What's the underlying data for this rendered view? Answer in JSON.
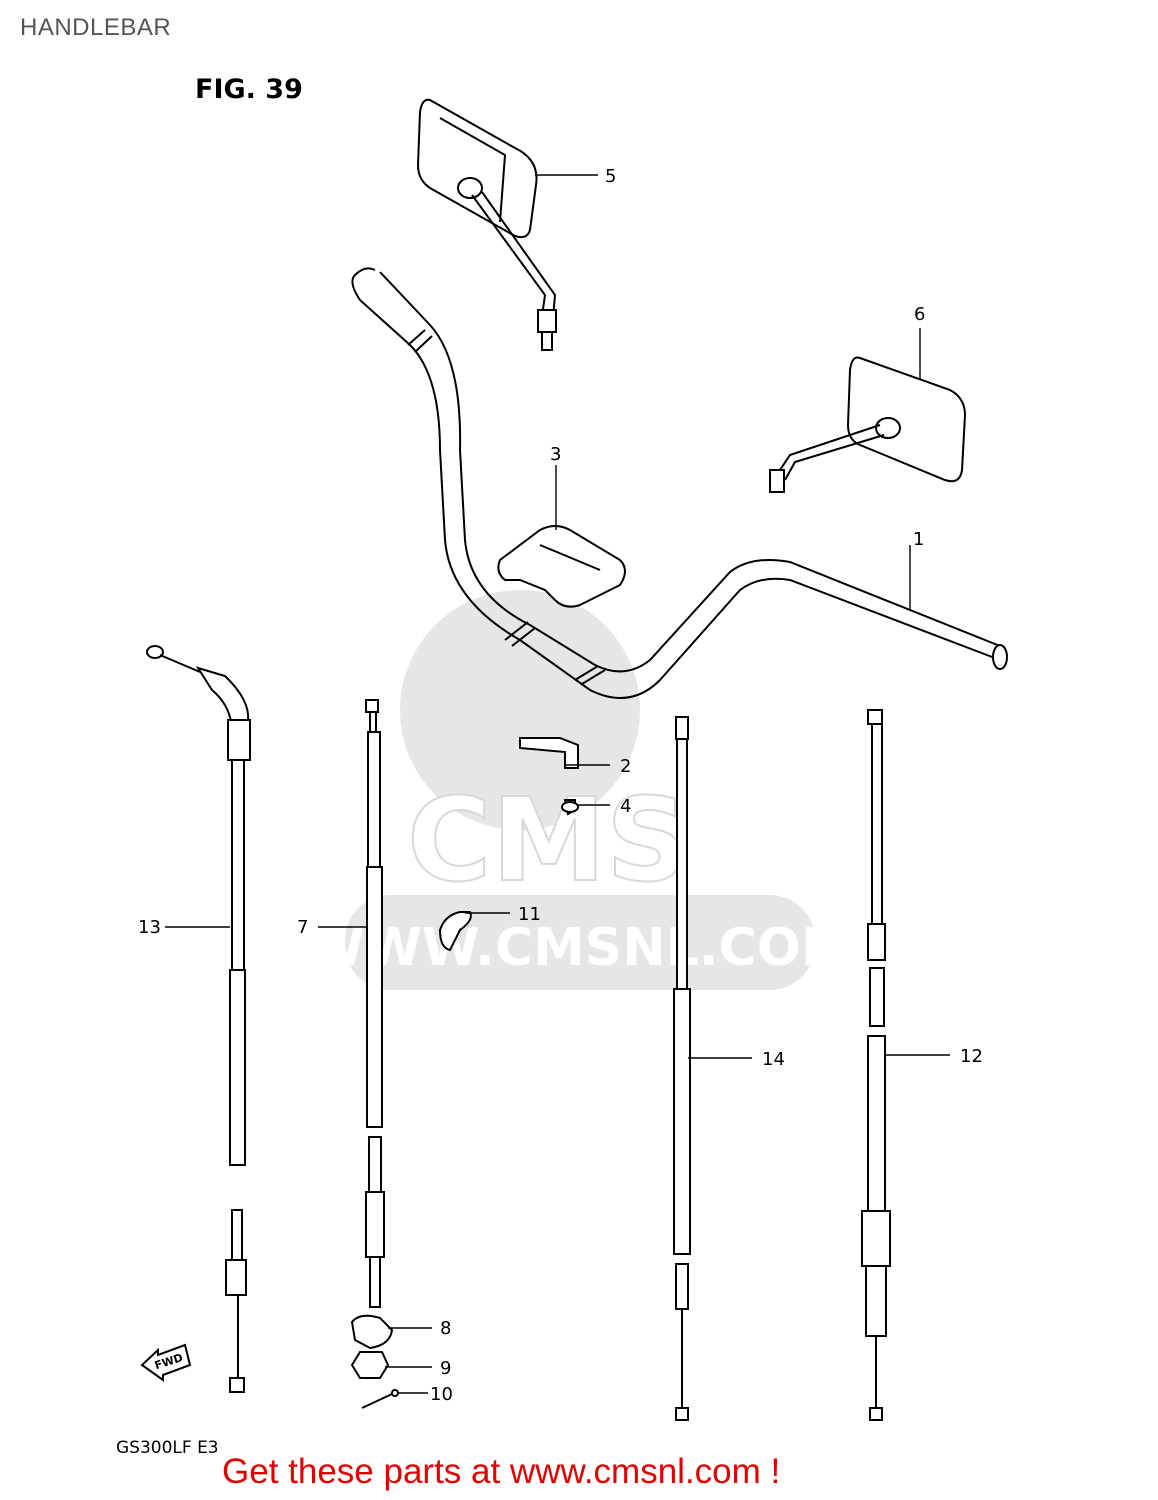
{
  "page": {
    "header": "HANDLEBAR",
    "footer": "Get these parts at www.cmsnl.com !"
  },
  "diagram": {
    "figure_title": "FIG. 39",
    "model_code": "GS300LF E3",
    "direction_marker": "FWD",
    "watermark": {
      "brand": "CMS",
      "url": "WWW.CMSNL.COM"
    },
    "part_labels": [
      "1",
      "2",
      "3",
      "4",
      "5",
      "6",
      "7",
      "8",
      "9",
      "10",
      "11",
      "12",
      "13",
      "14"
    ]
  },
  "colors": {
    "footer_text": "#e00000",
    "header_text": "#555555",
    "watermark": "#e6e6e6"
  }
}
